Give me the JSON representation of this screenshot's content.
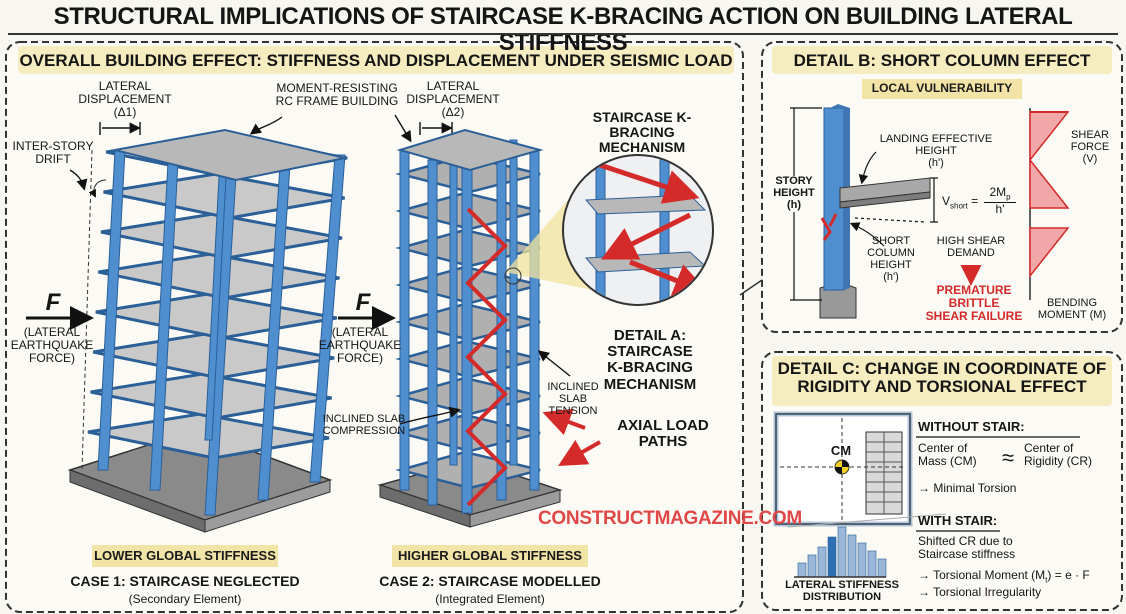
{
  "title": "STRUCTURAL IMPLICATIONS OF STAIRCASE K-BRACING ACTION ON BUILDING LATERAL STIFFNESS",
  "overall": {
    "header": "OVERALL BUILDING EFFECT: STIFFNESS AND DISPLACEMENT UNDER SEISMIC LOAD",
    "lateral_disp_1": "LATERAL\nDISPLACEMENT (Δ1)",
    "lateral_disp_2": "LATERAL\nDISPLACEMENT (Δ2)",
    "moment_frame": "MOMENT-RESISTING\nRC FRAME BUILDING",
    "inter_story_drift": "INTER-STORY\nDRIFT",
    "force_symbol": "F",
    "force_label": "(LATERAL\nEARTHQUAKE\nFORCE)",
    "k_bracing_mech": "STAIRCASE K-BRACING\nMECHANISM",
    "detail_a": "DETAIL A: STAIRCASE\nK-BRACING\nMECHANISM",
    "inclined_tension": "INCLINED\nSLAB\nTENSION",
    "inclined_compression": "INCLINED SLAB\nCOMPRESSION",
    "axial_paths": "AXIAL LOAD\nPATHS",
    "watermark": "CONSTRUCTMAGAZINE.COM",
    "case1": {
      "chip": "LOWER GLOBAL STIFFNESS",
      "title": "CASE 1: STAIRCASE NEGLECTED",
      "subtitle": "(Secondary Element)"
    },
    "case2": {
      "chip": "HIGHER GLOBAL STIFFNESS",
      "title": "CASE 2: STAIRCASE MODELLED",
      "subtitle": "(Integrated Element)"
    }
  },
  "detail_b": {
    "header": "DETAIL B: SHORT COLUMN EFFECT",
    "chip": "LOCAL VULNERABILITY",
    "story_height": "STORY\nHEIGHT\n(h)",
    "landing": "LANDING EFFECTIVE\nHEIGHT\n(h')",
    "short_col": "SHORT\nCOLUMN\nHEIGHT\n(h')",
    "v_short": "V",
    "v_short_sub": "short",
    "eq_num": "2M",
    "eq_num_sub": "p",
    "eq_den": "h'",
    "high_shear": "HIGH SHEAR\nDEMAND",
    "failure": "PREMATURE\nBRITTLE\nSHEAR FAILURE",
    "shear_force": "SHEAR\nFORCE\n(V)",
    "bending": "BENDING\nMOMENT (M)"
  },
  "detail_c": {
    "header": "DETAIL C: CHANGE IN COORDINATE OF\nRIGIDITY AND TORSIONAL EFFECT",
    "cm": "CM",
    "without_head": "WITHOUT STAIR:",
    "center_mass": "Center of\nMass (CM)",
    "approx": "≈",
    "center_rigidity": "Center of\nRigidity (CR)",
    "minimal": "→ Minimal Torsion",
    "with_head": "WITH STAIR:",
    "shifted": "Shifted CR due to\nStaircase stiffness",
    "torsional_moment": "→ Torsional Moment (M",
    "torsional_sub": "t",
    "torsional_eq": ") = e · F",
    "irregularity": "→ Torsional Irregularity",
    "lateral_dist": "LATERAL STIFFNESS\nDISTRIBUTION",
    "histogram": [
      14,
      22,
      30,
      40,
      50,
      42,
      34,
      26,
      18
    ]
  },
  "colors": {
    "frame_blue": "#4f8fd0",
    "brace_red": "#d42a2a",
    "band_yellow": "#f5ecc0",
    "failure_red": "#d42a2a"
  }
}
